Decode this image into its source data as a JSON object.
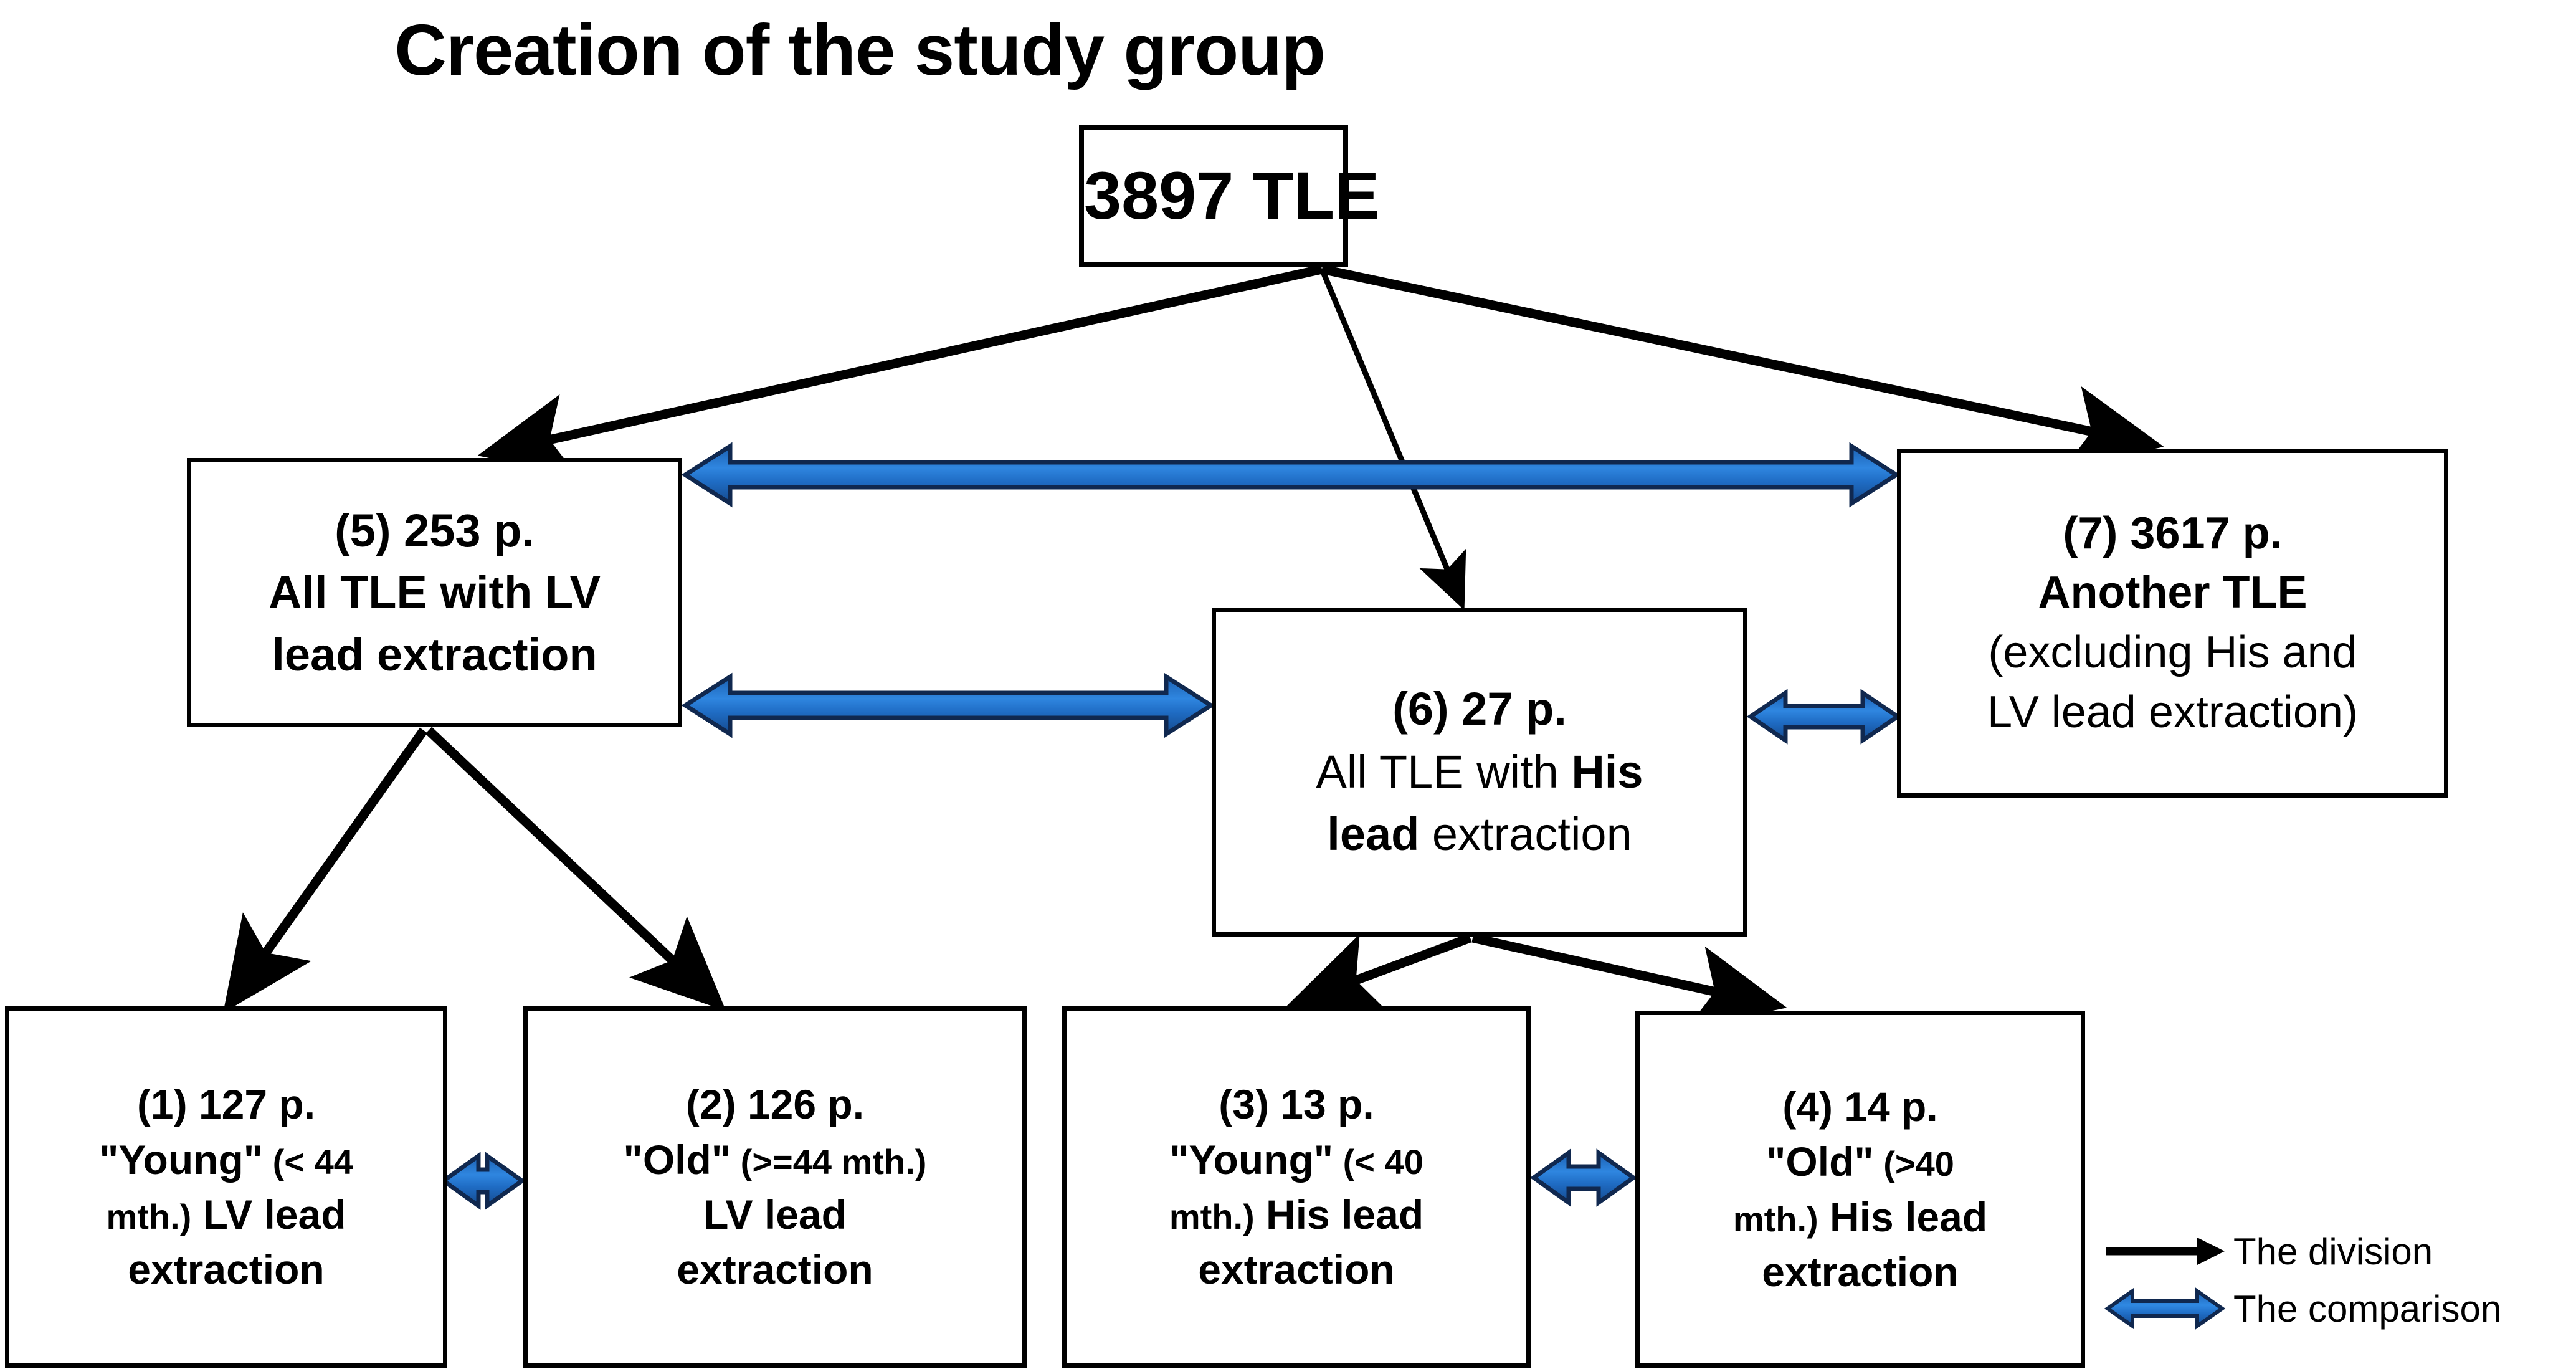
{
  "title": "Creation of the study group",
  "colors": {
    "box_border": "#000000",
    "box_fill": "#ffffff",
    "division_arrow": "#000000",
    "comparison_arrow_fill": "#2b7cd3",
    "comparison_arrow_stroke": "#10284f",
    "text": "#000000"
  },
  "nodes": {
    "root": {
      "id": "root",
      "lines": [
        "3897 TLE"
      ]
    },
    "n5": {
      "id": "(5)",
      "lines": [
        "(5) 253 p.",
        "All TLE with LV",
        "lead extraction"
      ]
    },
    "n6": {
      "id": "(6)",
      "lines": [
        "(6) 27 p.",
        "All TLE with His",
        "lead extraction"
      ],
      "line2_plain": "All TLE with ",
      "line2_strong": "His",
      "line3_strong": "lead",
      "line3_plain": " extraction"
    },
    "n7": {
      "id": "(7)",
      "lines": [
        "(7) 3617 p.",
        "Another TLE",
        "(excluding His and",
        "LV lead extraction)"
      ]
    },
    "n1": {
      "id": "(1)",
      "lines": [
        "(1) 127 p.",
        "\"Young\" (< 44",
        "mth.)  LV lead",
        "extraction"
      ],
      "line2_main": "\"Young\"",
      "line2_small": " (< 44",
      "line3_small": "mth.)",
      "line3_main": "  LV lead"
    },
    "n2": {
      "id": "(2)",
      "lines": [
        "(2) 126 p.",
        "\"Old\" (>=44 mth.)",
        "LV lead",
        "extraction"
      ],
      "line2_main": "\"Old\"",
      "line2_small": " (>=44 mth.)"
    },
    "n3": {
      "id": "(3)",
      "lines": [
        "(3) 13 p.",
        "\"Young\" (< 40",
        "mth.) His lead",
        "extraction"
      ],
      "line2_main": "\"Young\"",
      "line2_small": " (< 40",
      "line3_small": "mth.)",
      "line3_main": " His lead"
    },
    "n4": {
      "id": "(4)",
      "lines": [
        "(4) 14 p.",
        "\"Old\" (>40",
        "mth.) His lead",
        "extraction"
      ],
      "line2_main": "\"Old\"",
      "line2_small": " (>40",
      "line3_small": "mth.)",
      "line3_main": " His lead"
    }
  },
  "legend": {
    "division_label": "The division",
    "comparison_label": "The comparison"
  },
  "edges": {
    "division": [
      {
        "from": "root",
        "to": "(5)"
      },
      {
        "from": "root",
        "to": "(6)"
      },
      {
        "from": "root",
        "to": "(7)"
      },
      {
        "from": "(5)",
        "to": "(1)"
      },
      {
        "from": "(5)",
        "to": "(2)"
      },
      {
        "from": "(6)",
        "to": "(3)"
      },
      {
        "from": "(6)",
        "to": "(4)"
      }
    ],
    "comparison": [
      {
        "a": "(5)",
        "b": "(7)"
      },
      {
        "a": "(5)",
        "b": "(6)"
      },
      {
        "a": "(6)",
        "b": "(7)"
      },
      {
        "a": "(1)",
        "b": "(2)"
      },
      {
        "a": "(3)",
        "b": "(4)"
      }
    ]
  }
}
